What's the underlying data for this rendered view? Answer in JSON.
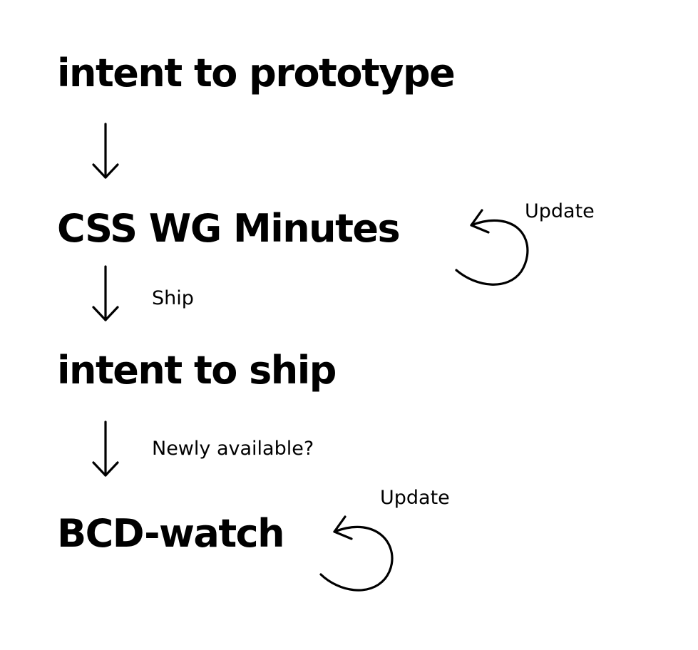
{
  "diagram": {
    "nodes": [
      {
        "id": "intent-to-prototype",
        "label": "intent to prototype"
      },
      {
        "id": "css-wg-minutes",
        "label": "CSS WG Minutes"
      },
      {
        "id": "intent-to-ship",
        "label": "intent to ship"
      },
      {
        "id": "bcd-watch",
        "label": "BCD-watch"
      }
    ],
    "edges": [
      {
        "from": "intent-to-prototype",
        "to": "css-wg-minutes",
        "label": ""
      },
      {
        "from": "css-wg-minutes",
        "to": "intent-to-ship",
        "label": "Ship"
      },
      {
        "from": "intent-to-ship",
        "to": "bcd-watch",
        "label": "Newly available?"
      }
    ],
    "loops": [
      {
        "node": "css-wg-minutes",
        "label": "Update"
      },
      {
        "node": "bcd-watch",
        "label": "Update"
      }
    ]
  }
}
